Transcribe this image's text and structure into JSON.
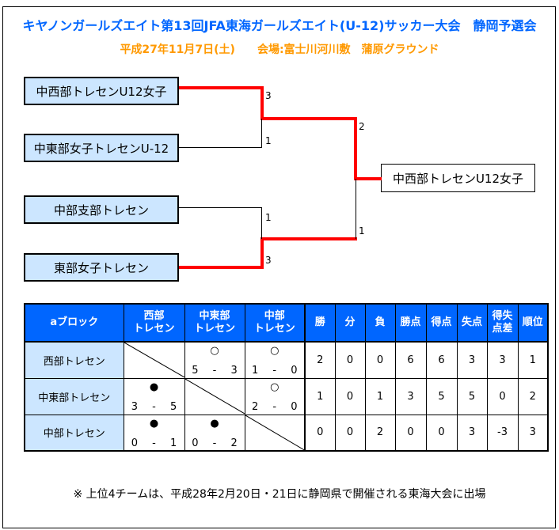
{
  "page": {
    "title": "キヤノンガールズエイト第13回JFA東海ガールズエイト(U-12)サッカー大会　静岡予選会",
    "subtitle": "平成27年11月7日(土)　　会場:富士川河川敷　蒲原グラウンド",
    "footnote": "※ 上位4チームは、平成28年2月20日・21日に静岡県で開催される東海大会に出場"
  },
  "colors": {
    "title_blue": "#0066ff",
    "subtitle_orange": "#ff9900",
    "header_blue": "#0066ff",
    "light_blue": "#cce6ff",
    "winner_path_red": "#ff0000"
  },
  "bracket": {
    "sf1_top_team": "中西部トレセンU12女子",
    "sf1_bottom_team": "中東部女子トレセンU-12",
    "sf1_top_score": "3",
    "sf1_bottom_score": "1",
    "sf2_top_team": "中部支部トレセン",
    "sf2_bottom_team": "東部女子トレセン",
    "sf2_top_score": "1",
    "sf2_bottom_score": "3",
    "final_top_score": "2",
    "final_bottom_score": "1",
    "champion": "中西部トレセンU12女子"
  },
  "table": {
    "headers": [
      "aブロック",
      "西部\nトレセン",
      "中東部\nトレセン",
      "中部\nトレセン",
      "勝",
      "分",
      "負",
      "勝点",
      "得点",
      "失点",
      "得失\n点差",
      "順位"
    ],
    "rows": [
      {
        "name": "西部トレセン",
        "results": [
          {
            "self": true
          },
          {
            "mark": "○",
            "score": "5 - 3"
          },
          {
            "mark": "○",
            "score": "1 - 0"
          }
        ],
        "stats": [
          "2",
          "0",
          "0",
          "6",
          "6",
          "3",
          "3",
          "1"
        ]
      },
      {
        "name": "中東部トレセン",
        "results": [
          {
            "mark": "●",
            "score": "3 - 5"
          },
          {
            "self": true
          },
          {
            "mark": "○",
            "score": "2 - 0"
          }
        ],
        "stats": [
          "1",
          "0",
          "1",
          "3",
          "5",
          "5",
          "0",
          "2"
        ]
      },
      {
        "name": "中部トレセン",
        "results": [
          {
            "mark": "●",
            "score": "0 - 1"
          },
          {
            "mark": "●",
            "score": "0 - 2"
          },
          {
            "self": true
          }
        ],
        "stats": [
          "0",
          "0",
          "2",
          "0",
          "0",
          "3",
          "-3",
          "3"
        ]
      }
    ]
  }
}
